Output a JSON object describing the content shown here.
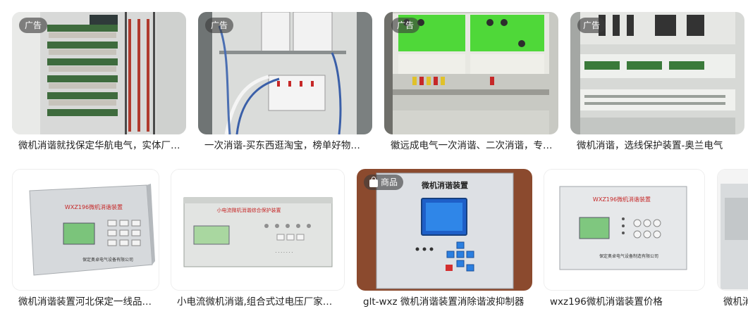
{
  "ad_badge": "广告",
  "product_badge": "商品",
  "row1": [
    {
      "caption": "微机消谐就找保定华航电气，实体厂家可定制"
    },
    {
      "caption": "一次消谐-买东西逛淘宝，榜单好物任你挑选"
    },
    {
      "caption": "徽远成电气一次消谐、二次消谐，专业生产厂家"
    },
    {
      "caption": "微机消谐，选线保护装置-奥兰电气"
    }
  ],
  "row2": [
    {
      "caption": "微机消谐装置河北保定一线品牌厂家"
    },
    {
      "caption": "小电流微机消谐,组合式过电压厂家直销"
    },
    {
      "caption": "glt-wxz 微机消谐装置消除谐波抑制器"
    },
    {
      "caption": "wxz196微机消谐装置价格"
    },
    {
      "caption": "微机消"
    }
  ],
  "device_text": {
    "wxz196_title": "WXZ196微机消谐装置",
    "wxz196_footer": "保定奥卓电气设备有限公司",
    "glt_panel_title": "微机消谐装置",
    "wxz_right_title": "WXZ196微机消谐装置",
    "wxz_right_footer": "保定奥卓电气设备制造有限公司",
    "rack_title": "小电流微机消谐综合保护装置"
  }
}
